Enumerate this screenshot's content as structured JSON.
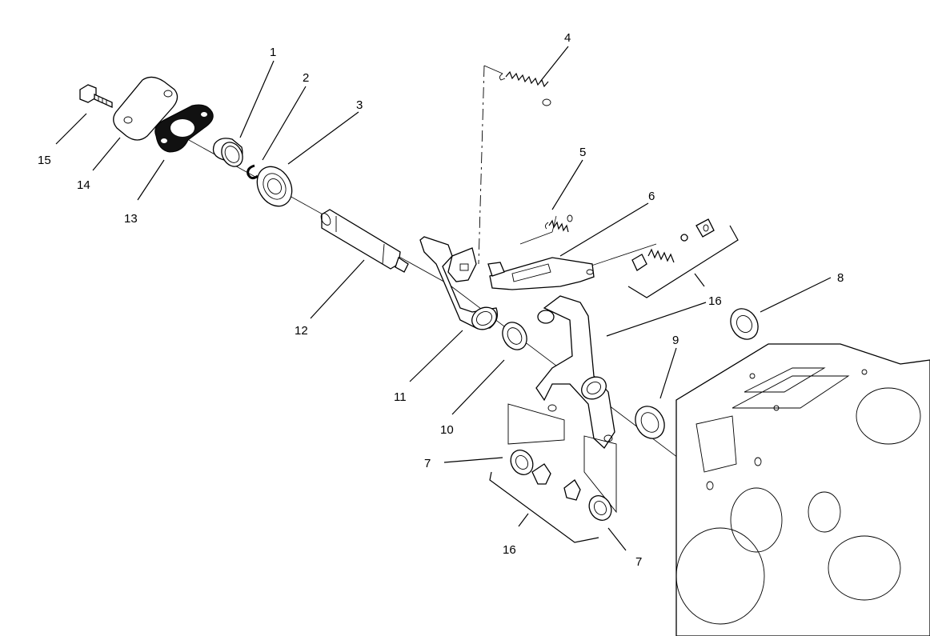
{
  "callouts": [
    {
      "id": "c1",
      "label": "1"
    },
    {
      "id": "c2",
      "label": "2"
    },
    {
      "id": "c3",
      "label": "3"
    },
    {
      "id": "c4",
      "label": "4"
    },
    {
      "id": "c5",
      "label": "5"
    },
    {
      "id": "c6",
      "label": "6"
    },
    {
      "id": "c7a",
      "label": "7"
    },
    {
      "id": "c7b",
      "label": "7"
    },
    {
      "id": "c8",
      "label": "8"
    },
    {
      "id": "c9",
      "label": "9"
    },
    {
      "id": "c10",
      "label": "10"
    },
    {
      "id": "c11",
      "label": "11"
    },
    {
      "id": "c12",
      "label": "12"
    },
    {
      "id": "c13",
      "label": "13"
    },
    {
      "id": "c14",
      "label": "14"
    },
    {
      "id": "c15",
      "label": "15"
    },
    {
      "id": "c16a",
      "label": "16"
    },
    {
      "id": "c16b",
      "label": "16"
    }
  ]
}
